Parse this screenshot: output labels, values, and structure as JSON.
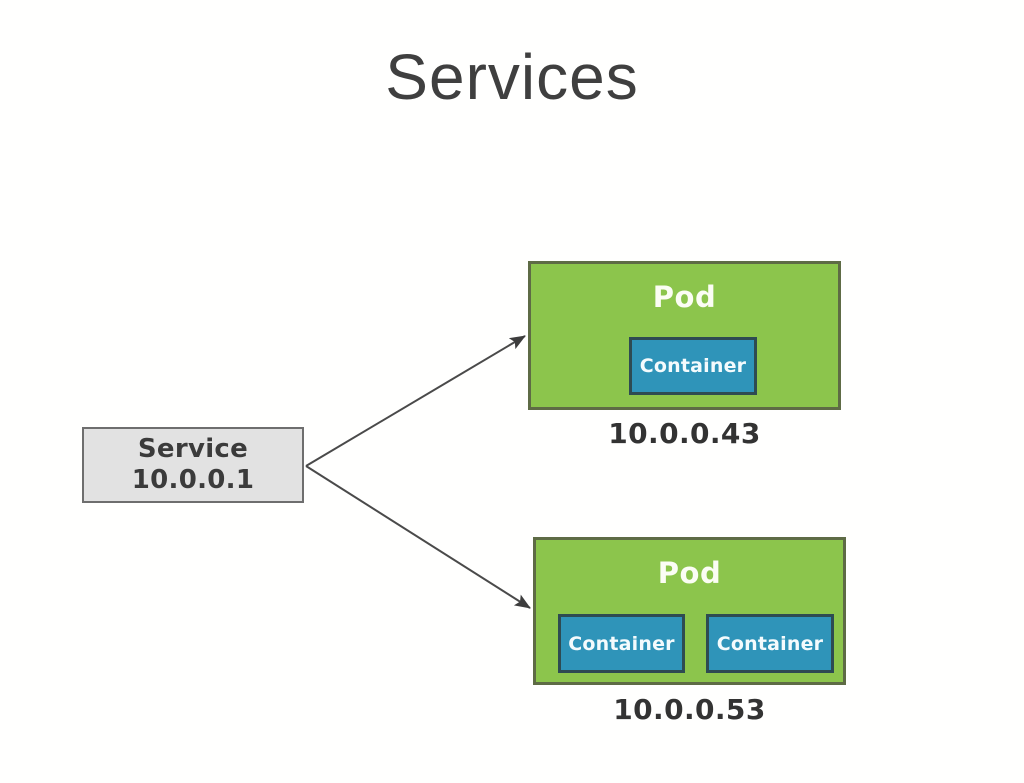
{
  "slide": {
    "title": "Services",
    "background_color": "#ffffff",
    "title_color": "#3f3f3f"
  },
  "colors": {
    "pod_fill": "#8cc54c",
    "pod_border": "#5e6b45",
    "container_fill": "#2f94b9",
    "container_border": "#2e4b52",
    "service_fill": "#e2e2e2",
    "service_border": "#6e6e6e",
    "arrow": "#4a4a4a",
    "label_text": "#333333",
    "white_text": "#fbfdf4"
  },
  "service": {
    "name_label": "Service",
    "ip_label": "10.0.0.1"
  },
  "pods": [
    {
      "title": "Pod",
      "ip": "10.0.0.43",
      "containers": [
        {
          "label": "Container"
        }
      ]
    },
    {
      "title": "Pod",
      "ip": "10.0.0.53",
      "containers": [
        {
          "label": "Container"
        },
        {
          "label": "Container"
        }
      ]
    }
  ],
  "arrows": [
    {
      "name": "service-to-pod-top",
      "from": "Service 10.0.0.1",
      "to": "Pod 10.0.0.43"
    },
    {
      "name": "service-to-pod-bottom",
      "from": "Service 10.0.0.1",
      "to": "Pod 10.0.0.53"
    }
  ]
}
